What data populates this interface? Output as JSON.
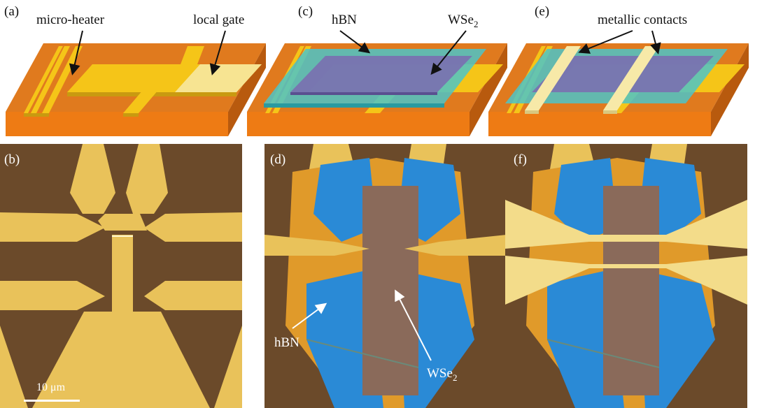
{
  "panels": {
    "a": {
      "tag": "(a)",
      "micro_heater": "micro-heater",
      "local_gate": "local gate"
    },
    "c": {
      "tag": "(c)",
      "hbn": "hBN",
      "wse2_base": "WSe",
      "wse2_sub": "2"
    },
    "e": {
      "tag": "(e)",
      "metallic_contacts": "metallic contacts"
    },
    "b": {
      "tag": "(b)",
      "scale": "10 μm"
    },
    "d": {
      "tag": "(d)",
      "hbn": "hBN",
      "wse2_base": "WSe",
      "wse2_sub": "2"
    },
    "f": {
      "tag": "(f)"
    }
  },
  "colors": {
    "substrate_top": "#e07a1e",
    "substrate_front": "#f0a020",
    "gold": "#f5c518",
    "gold_light": "#f7e9a8",
    "hbn": "#4cc4c8",
    "wse2": "#7a6fb0",
    "micro_bg": "#6b4a2a",
    "micro_gold": "#e9c25a",
    "micro_blue": "#2a8ad6",
    "micro_orange": "#e09a2a"
  }
}
